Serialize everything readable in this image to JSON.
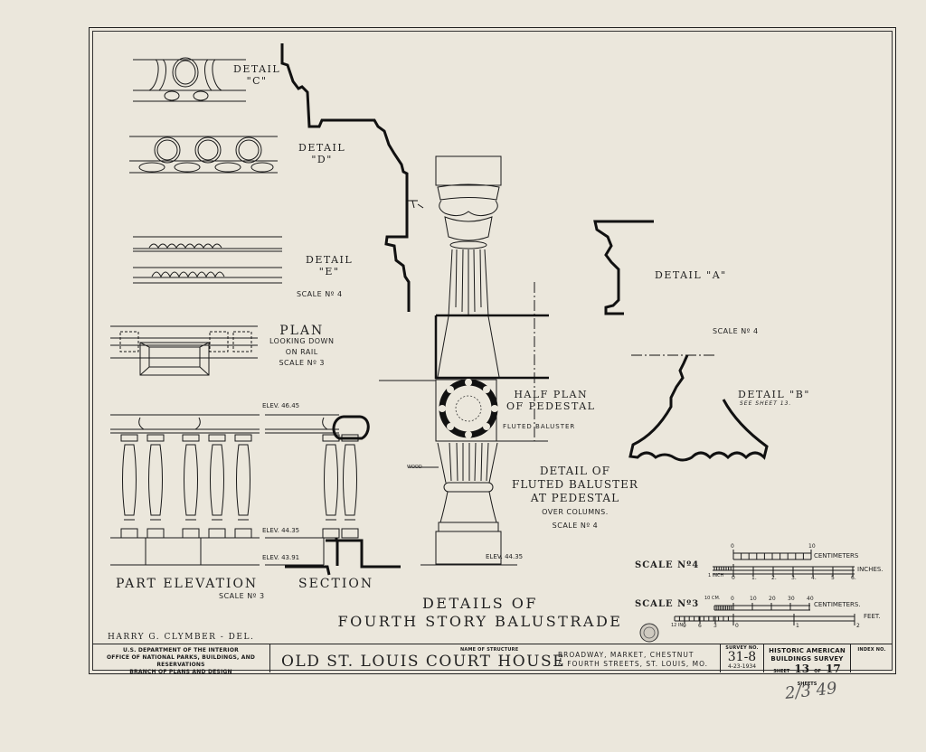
{
  "sheet": {
    "title_line1": "DETAILS OF",
    "title_line2": "FOURTH STORY BALUSTRADE",
    "delineator": "HARRY G. CLYMBER - DEL.",
    "handwritten_note": "2/3 49"
  },
  "details": {
    "detail_c": {
      "label": "DETAIL",
      "letter": "\"C\""
    },
    "detail_d": {
      "label": "DETAIL",
      "letter": "\"D\""
    },
    "detail_e": {
      "label": "DETAIL",
      "letter": "\"E\"",
      "scale": "SCALE Nº 4"
    },
    "detail_a": {
      "label": "DETAIL \"A\""
    },
    "detail_ab_scale": "SCALE Nº 4",
    "detail_b": {
      "label": "DETAIL \"B\"",
      "note": "SEE SHEET 13."
    },
    "plan": {
      "title": "PLAN",
      "line2": "LOOKING DOWN",
      "line3": "ON RAIL",
      "scale": "SCALE Nº 3"
    },
    "half_plan": {
      "line1": "HALF PLAN",
      "line2": "OF PEDESTAL",
      "note": "FLUTED BALUSTER"
    },
    "fluted": {
      "line1": "DETAIL OF",
      "line2": "FLUTED BALUSTER",
      "line3": "AT PEDESTAL",
      "line4": "OVER COLUMNS.",
      "scale": "SCALE Nº 4",
      "wood_note": "WOOD",
      "elev": "ELEV. 44.35"
    },
    "part_elevation": {
      "title": "PART ELEVATION",
      "section_title": "SECTION",
      "scale": "SCALE Nº 3"
    },
    "elevations": [
      "ELEV. 46.45",
      "ELEV. 44.35",
      "ELEV. 43.91"
    ]
  },
  "scales": {
    "scale4": {
      "label": "SCALE Nº4",
      "cm_ticks": [
        "0",
        "10"
      ],
      "cm_unit": "CENTIMETERS",
      "in_prefix": "1 INCH",
      "in_ticks": [
        "0",
        "1.",
        "2.",
        "3.",
        "4.",
        "5",
        "6."
      ],
      "in_unit": "INCHES."
    },
    "scale3": {
      "label": "SCALE Nº3",
      "cm_prefix": "10 CM.",
      "cm_ticks": [
        "0",
        "10",
        "20",
        "30",
        "40"
      ],
      "cm_unit": "CENTIMETERS.",
      "ft_prefix": "12 IN.",
      "ft_subticks": [
        "9",
        "6",
        "3"
      ],
      "ft_ticks": [
        "0",
        "1",
        "2"
      ],
      "ft_unit": "FEET."
    }
  },
  "title_block": {
    "agency_line1": "U.S. DEPARTMENT OF THE INTERIOR",
    "agency_line2": "OFFICE OF NATIONAL PARKS, BUILDINGS, AND RESERVATIONS",
    "agency_line3": "BRANCH OF PLANS AND DESIGN",
    "name_caption": "NAME OF STRUCTURE",
    "structure_name": "OLD ST. LOUIS COURT HOUSE",
    "location_line1": "BROADWAY, MARKET, CHESTNUT",
    "location_line2": "& FOURTH STREETS, ST. LOUIS, MO.",
    "survey_caption": "SURVEY NO.",
    "survey_no": "31-8",
    "survey_date": "4-23-1934",
    "habs_line1": "HISTORIC AMERICAN",
    "habs_line2": "BUILDINGS SURVEY",
    "sheet_label": "SHEET",
    "sheet_no": "13",
    "sheet_of": "OF",
    "sheet_total": "17",
    "sheets_label": "SHEETS",
    "index_caption": "INDEX NO."
  }
}
